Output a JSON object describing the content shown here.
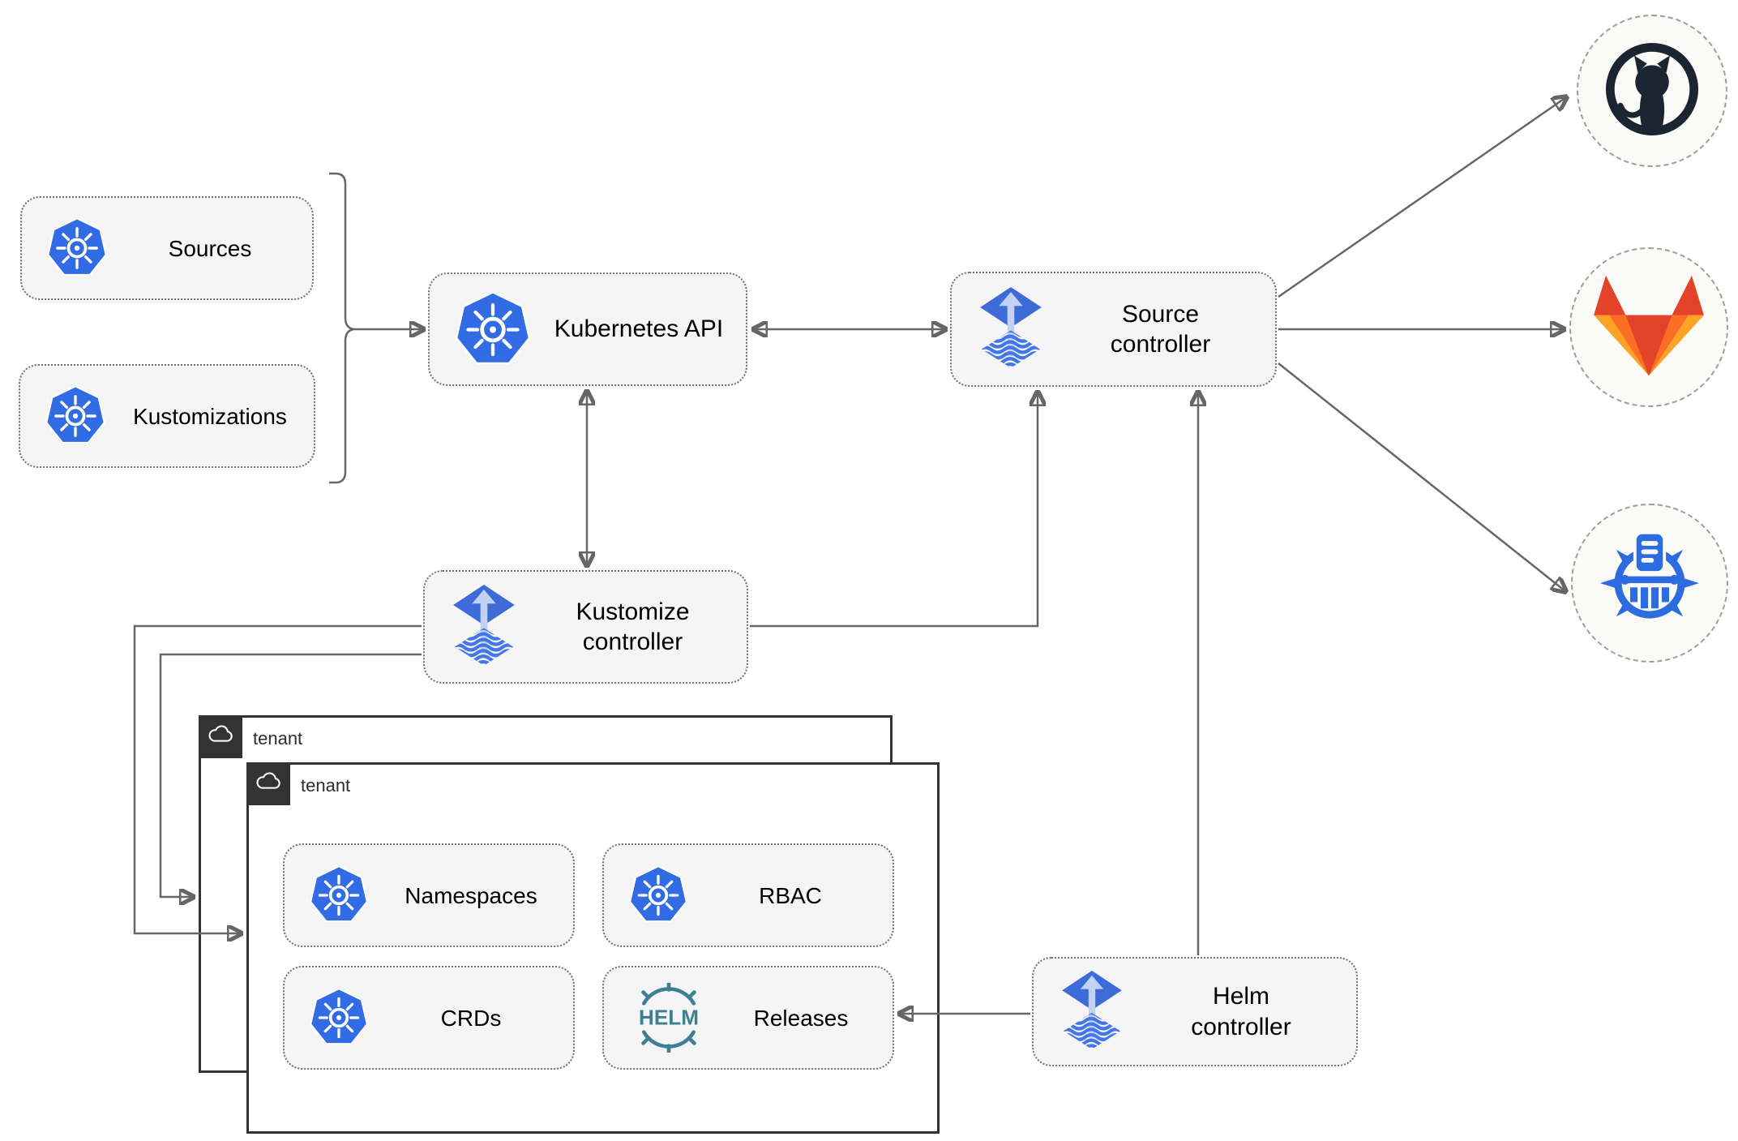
{
  "nodes": {
    "sources": "Sources",
    "kustomizations": "Kustomizations",
    "kubernetes_api": "Kubernetes API",
    "source_controller": "Source\ncontroller",
    "kustomize_controller": "Kustomize\ncontroller",
    "helm_controller": "Helm\ncontroller",
    "tenant_back": "tenant",
    "tenant_front": "tenant",
    "namespaces": "Namespaces",
    "rbac": "RBAC",
    "crds": "CRDs",
    "releases": "Releases",
    "helm_logo_text": "HELM"
  },
  "icons": [
    "kubernetes-icon",
    "flux-icon",
    "helm-icon",
    "github-icon",
    "gitlab-icon",
    "harbor-icon",
    "cloud-icon"
  ],
  "colors": {
    "k8s_blue": "#326CE5",
    "flux_blue": "#3D6CD8",
    "flux_arrow": "#C3D2F4",
    "flux_wave": "#4377E8",
    "helm_teal": "#3E7F93",
    "github_dark": "#1B2531",
    "gitlab_red": "#E24329",
    "gitlab_orange": "#FC6D26",
    "gitlab_yellow": "#FCA326",
    "harbor_blue": "#2D6BE0",
    "connector_gray": "#666666",
    "box_fill": "#F5F5F5",
    "box_border": "#707070",
    "tenant_border": "#333333",
    "circle_fill": "#FAFAF6",
    "circle_border": "#9E9E9E"
  }
}
